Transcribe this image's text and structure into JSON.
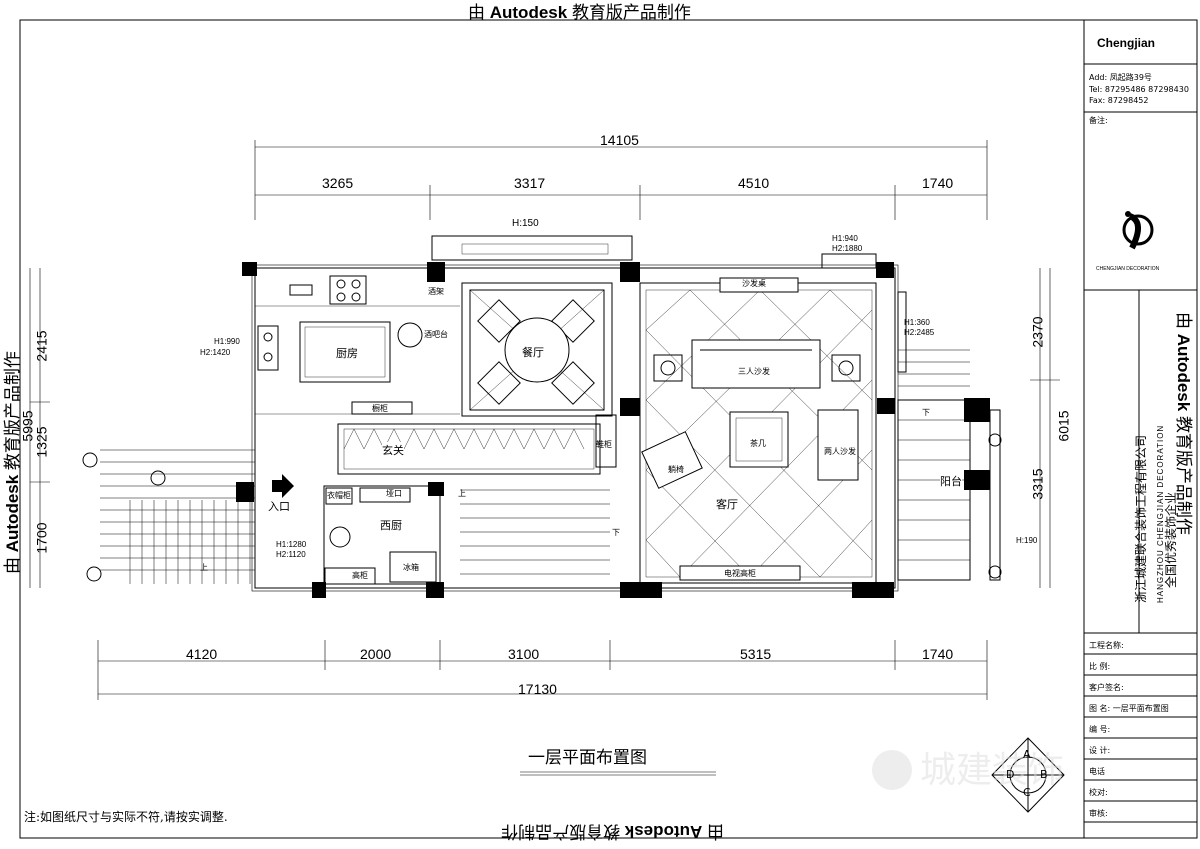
{
  "watermark": {
    "prefix": "由",
    "brand": "Autodesk",
    "suffix": "教育版产品制作"
  },
  "title_block": {
    "company_en": "Chengjian",
    "address_label": "Add:",
    "address": "凤起路39号",
    "tel_label": "Tel:",
    "tel": "87295486  87298430",
    "fax_label": "Fax:",
    "fax": "87298452",
    "remarks_label": "备注:",
    "logo_caption": "CHENGJIAN DECORATION",
    "company_cn": "浙江城建联合装饰工程有限公司",
    "company_en_long": "HANGZHOU CHENGJIAN DECORATION",
    "slogan": "全国优秀装饰企业",
    "fields": [
      "工程名称:",
      "比 例:",
      "客户签名:",
      "图 名: 一层平面布置图",
      "编 号:",
      "设 计:",
      "电话",
      "校对:",
      "审核:"
    ]
  },
  "drawing": {
    "title": "一层平面布置图",
    "note": "注:如图纸尺寸与实际不符,请按实调整.",
    "dims_top": [
      "14105",
      "3265",
      "3317",
      "4510",
      "1740"
    ],
    "dims_bottom": [
      "4120",
      "2000",
      "3100",
      "5315",
      "1740",
      "17130"
    ],
    "dims_left": [
      "5995",
      "2415",
      "1325",
      "1700"
    ],
    "dims_right": [
      "2370",
      "6015",
      "3315"
    ],
    "rooms": {
      "kitchen": "厨房",
      "dining": "餐厅",
      "living": "客厅",
      "foyer": "玄关",
      "west_kitchen": "西厨",
      "balcony": "阳台",
      "entrance": "入口"
    },
    "furniture": {
      "sofa_table": "沙发桌",
      "three_seat": "三人沙发",
      "two_seat": "两人沙发",
      "coffee_table": "茶几",
      "armchair": "躺椅",
      "tv_cabinet": "电视高柜",
      "wine_rack": "酒架",
      "bar_counter": "酒吧台",
      "cabinet_small": "橱柜",
      "shoe_cabinet": "鞋柜",
      "wardrobe": "衣帽柜",
      "bar_opening": "垭口",
      "tall_cabinet": "高柜",
      "fridge": "冰箱"
    },
    "notes": {
      "h150": "H:150",
      "window_top": "H1:940",
      "window_top2": "H2:1880",
      "kitchen_h1": "H1:990",
      "kitchen_h2": "H2:1420",
      "right_h1": "H1:360",
      "right_h2": "H2:2485",
      "wk_h1": "H1:1280",
      "wk_h2": "H2:1120",
      "h190": "H:190",
      "up": "上",
      "down": "下"
    },
    "compass": [
      "A",
      "B",
      "C",
      "D"
    ]
  },
  "colors": {
    "line": "#000000",
    "watermark_logo": "#d8d8d8"
  }
}
